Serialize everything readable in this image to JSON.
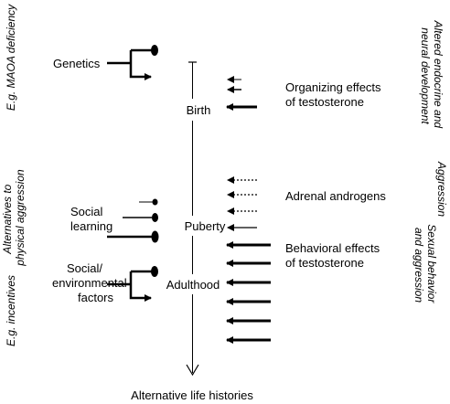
{
  "stages": {
    "birth": "Birth",
    "puberty": "Puberty",
    "adulthood": "Adulthood"
  },
  "bottom_label": "Alternative life histories",
  "left": {
    "genetics": "Genetics",
    "social_learning": [
      "Social",
      "learning"
    ],
    "social_env": [
      "Social/",
      "environmental",
      "factors"
    ]
  },
  "right": {
    "organizing": [
      "Organizing effects",
      "of testosterone"
    ],
    "adrenal": "Adrenal androgens",
    "behavioral": [
      "Behavioral effects",
      "of testosterone"
    ]
  },
  "side_left": {
    "maoa": "E.g. MAOA deficiency",
    "alternatives": [
      "Alternatives to",
      "physical aggression"
    ],
    "incentives": "E.g. incentives"
  },
  "side_right": {
    "endocrine": [
      "Altered endocrine and",
      "neural development"
    ],
    "aggression": "Aggression",
    "sexual": [
      "Sexual behavior",
      "and aggression"
    ]
  }
}
